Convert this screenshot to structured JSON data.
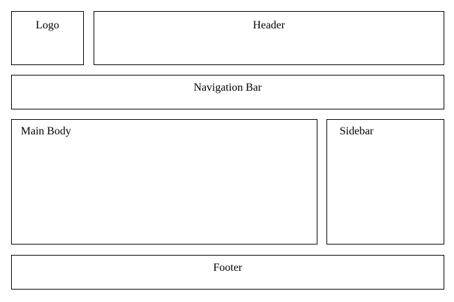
{
  "layout": {
    "logo": {
      "label": "Logo"
    },
    "header": {
      "label": "Header"
    },
    "navigation": {
      "label": "Navigation Bar"
    },
    "main": {
      "label": "Main Body"
    },
    "sidebar": {
      "label": "Sidebar"
    },
    "footer": {
      "label": "Footer"
    }
  }
}
